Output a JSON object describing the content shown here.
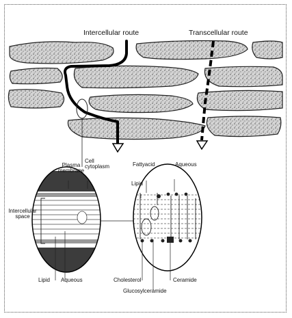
{
  "labels": {
    "intercellular_route": "Intercellular route",
    "transcellular_route": "Transcellular route",
    "plasma_membrane": "Plasma membrane",
    "cell_cytoplasm": "Cell cytoplasm",
    "intercellular_space": "Intercellular space",
    "lipid_left": "Lipid",
    "aqueous_left": "Aqueous",
    "fatty_acid": "Fattyacid",
    "aqueous_right": "Aqueous",
    "lipid_right": "Lipid",
    "cholesterol": "Cholesterol",
    "ceramide": "Ceramide",
    "glucosylceramide": "Glucosylceramide"
  }
}
